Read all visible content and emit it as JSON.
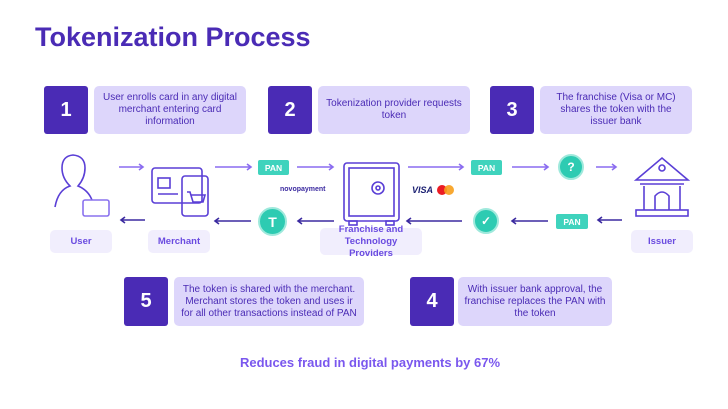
{
  "title": "Tokenization Process",
  "steps": [
    {
      "number": "1",
      "text": "User enrolls card in any digital merchant entering card information"
    },
    {
      "number": "2",
      "text": "Tokenization provider requests token"
    },
    {
      "number": "3",
      "text": "The franchise (Visa or MC) shares the token with the issuer bank"
    },
    {
      "number": "5",
      "text": "The token is shared with the merchant. Merchant stores the token and uses ir for all other transactions instead of PAN"
    },
    {
      "number": "4",
      "text": "With issuer bank approval, the franchise replaces the PAN with the token"
    }
  ],
  "actors": {
    "user": "User",
    "merchant": "Merchant",
    "providers": "Franchise and Technology Providers",
    "issuer": "Issuer"
  },
  "badges": {
    "pan": "PAN",
    "question": "?",
    "token": "T"
  },
  "logos": {
    "novopayment": "novopayment",
    "visa": "VISA"
  },
  "footer": "Reduces fraud in digital payments by 67%",
  "colors": {
    "primary": "#4a2bb5",
    "lavender": "#ddd6fb",
    "teal": "#2dcbb2",
    "accent": "#7a57ee"
  }
}
